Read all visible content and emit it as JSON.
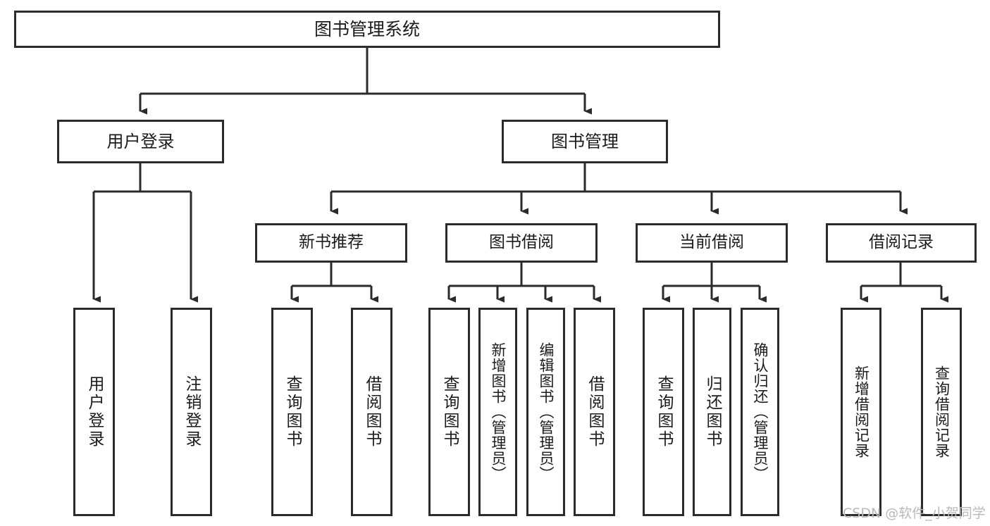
{
  "diagram": {
    "title": "图书管理系统",
    "type": "hierarchy-tree",
    "watermark": "CSDN @软件_小贺同学",
    "colors": {
      "background": "#ffffff",
      "box_border": "#2b2b2b",
      "box_fill": "#ffffff",
      "text": "#1b1b1b",
      "connector": "#2b2b2b",
      "watermark": "#b9b9b9"
    },
    "root": {
      "id": "root",
      "label": "图书管理系统"
    },
    "level1": [
      {
        "id": "user-login",
        "label": "用户登录"
      },
      {
        "id": "book-management",
        "label": "图书管理"
      }
    ],
    "level2": [
      {
        "id": "new-book-recommend",
        "label": "新书推荐",
        "parent": "book-management"
      },
      {
        "id": "book-borrow",
        "label": "图书借阅",
        "parent": "book-management"
      },
      {
        "id": "current-borrow",
        "label": "当前借阅",
        "parent": "book-management"
      },
      {
        "id": "borrow-record",
        "label": "借阅记录",
        "parent": "book-management"
      }
    ],
    "leaves": [
      {
        "id": "leaf-user-login",
        "label": "用户登录",
        "parent": "user-login"
      },
      {
        "id": "leaf-user-logout",
        "label": "注销登录",
        "parent": "user-login"
      },
      {
        "id": "leaf-query-book-1",
        "label": "查询图书",
        "parent": "new-book-recommend"
      },
      {
        "id": "leaf-borrow-book-1",
        "label": "借阅图书",
        "parent": "new-book-recommend"
      },
      {
        "id": "leaf-query-book-2",
        "label": "查询图书",
        "parent": "book-borrow"
      },
      {
        "id": "leaf-add-book",
        "label": "新增图书（管理员）",
        "parent": "book-borrow"
      },
      {
        "id": "leaf-edit-book",
        "label": "编辑图书（管理员）",
        "parent": "book-borrow"
      },
      {
        "id": "leaf-borrow-book-2",
        "label": "借阅图书",
        "parent": "book-borrow"
      },
      {
        "id": "leaf-query-book-3",
        "label": "查询图书",
        "parent": "current-borrow"
      },
      {
        "id": "leaf-return-book",
        "label": "归还图书",
        "parent": "current-borrow"
      },
      {
        "id": "leaf-confirm-return",
        "label": "确认归还（管理员）",
        "parent": "current-borrow"
      },
      {
        "id": "leaf-add-record",
        "label": "新增借阅记录",
        "parent": "borrow-record"
      },
      {
        "id": "leaf-query-record",
        "label": "查询借阅记录",
        "parent": "borrow-record"
      }
    ]
  }
}
